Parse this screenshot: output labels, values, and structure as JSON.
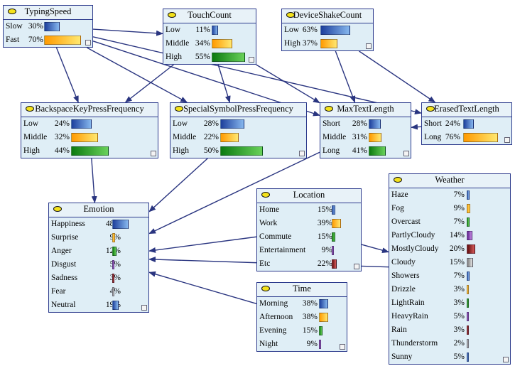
{
  "nodes": [
    {
      "id": "typingspeed",
      "title": "TypingSpeed",
      "states": [
        {
          "name": "Slow",
          "pct": "30%",
          "value": 30,
          "color": "blue"
        },
        {
          "name": "Fast",
          "pct": "70%",
          "value": 70,
          "color": "orange"
        }
      ]
    },
    {
      "id": "touchcount",
      "title": "TouchCount",
      "states": [
        {
          "name": "Low",
          "pct": "11%",
          "value": 11,
          "color": "blue"
        },
        {
          "name": "Middle",
          "pct": "34%",
          "value": 34,
          "color": "orange"
        },
        {
          "name": "High",
          "pct": "55%",
          "value": 55,
          "color": "green"
        }
      ]
    },
    {
      "id": "deviceshakecount",
      "title": "DeviceShakeCount",
      "states": [
        {
          "name": "Low",
          "pct": "63%",
          "value": 63,
          "color": "blue"
        },
        {
          "name": "High",
          "pct": "37%",
          "value": 37,
          "color": "orange"
        }
      ]
    },
    {
      "id": "backspacekeypressfrequency",
      "title": "BackspaceKeyPressFrequency",
      "states": [
        {
          "name": "Low",
          "pct": "24%",
          "value": 24,
          "color": "blue"
        },
        {
          "name": "Middle",
          "pct": "32%",
          "value": 32,
          "color": "orange"
        },
        {
          "name": "High",
          "pct": "44%",
          "value": 44,
          "color": "green"
        }
      ]
    },
    {
      "id": "specialsymbolpressfrequency",
      "title": "SpecialSymbolPressFrequency",
      "states": [
        {
          "name": "Low",
          "pct": "28%",
          "value": 28,
          "color": "blue"
        },
        {
          "name": "Middle",
          "pct": "22%",
          "value": 22,
          "color": "orange"
        },
        {
          "name": "High",
          "pct": "50%",
          "value": 50,
          "color": "green"
        }
      ]
    },
    {
      "id": "maxtextlength",
      "title": "MaxTextLength",
      "states": [
        {
          "name": "Short",
          "pct": "28%",
          "value": 28,
          "color": "blue"
        },
        {
          "name": "Middle",
          "pct": "31%",
          "value": 31,
          "color": "orange"
        },
        {
          "name": "Long",
          "pct": "41%",
          "value": 41,
          "color": "green"
        }
      ]
    },
    {
      "id": "erasedtextlength",
      "title": "ErasedTextLength",
      "states": [
        {
          "name": "Short",
          "pct": "24%",
          "value": 24,
          "color": "blue"
        },
        {
          "name": "Long",
          "pct": "76%",
          "value": 76,
          "color": "orange"
        }
      ]
    },
    {
      "id": "emotion",
      "title": "Emotion",
      "states": [
        {
          "name": "Happiness",
          "pct": "48%",
          "value": 48,
          "color": "blue"
        },
        {
          "name": "Surprise",
          "pct": "9%",
          "value": 9,
          "color": "orange"
        },
        {
          "name": "Anger",
          "pct": "12%",
          "value": 12,
          "color": "green"
        },
        {
          "name": "Disgust",
          "pct": "5%",
          "value": 5,
          "color": "purple"
        },
        {
          "name": "Sadness",
          "pct": "3%",
          "value": 3,
          "color": "maroon"
        },
        {
          "name": "Fear",
          "pct": "4%",
          "value": 4,
          "color": "gray"
        },
        {
          "name": "Neutral",
          "pct": "19%",
          "value": 19,
          "color": "blue"
        }
      ]
    },
    {
      "id": "location",
      "title": "Location",
      "states": [
        {
          "name": "Home",
          "pct": "15%",
          "value": 15,
          "color": "blue"
        },
        {
          "name": "Work",
          "pct": "39%",
          "value": 39,
          "color": "orange"
        },
        {
          "name": "Commute",
          "pct": "15%",
          "value": 15,
          "color": "green"
        },
        {
          "name": "Entertainment",
          "pct": "9%",
          "value": 9,
          "color": "purple"
        },
        {
          "name": "Etc",
          "pct": "22%",
          "value": 22,
          "color": "maroon"
        }
      ]
    },
    {
      "id": "time",
      "title": "Time",
      "states": [
        {
          "name": "Morning",
          "pct": "38%",
          "value": 38,
          "color": "blue"
        },
        {
          "name": "Afternoon",
          "pct": "38%",
          "value": 38,
          "color": "orange"
        },
        {
          "name": "Evening",
          "pct": "15%",
          "value": 15,
          "color": "green"
        },
        {
          "name": "Night",
          "pct": "9%",
          "value": 9,
          "color": "purple"
        }
      ]
    },
    {
      "id": "weather",
      "title": "Weather",
      "states": [
        {
          "name": "Haze",
          "pct": "7%",
          "value": 7,
          "color": "blue"
        },
        {
          "name": "Fog",
          "pct": "9%",
          "value": 9,
          "color": "orange"
        },
        {
          "name": "Overcast",
          "pct": "7%",
          "value": 7,
          "color": "green"
        },
        {
          "name": "PartlyCloudy",
          "pct": "14%",
          "value": 14,
          "color": "purple"
        },
        {
          "name": "MostlyCloudy",
          "pct": "20%",
          "value": 20,
          "color": "maroon"
        },
        {
          "name": "Cloudy",
          "pct": "15%",
          "value": 15,
          "color": "gray"
        },
        {
          "name": "Showers",
          "pct": "7%",
          "value": 7,
          "color": "blue"
        },
        {
          "name": "Drizzle",
          "pct": "3%",
          "value": 3,
          "color": "orange"
        },
        {
          "name": "LightRain",
          "pct": "3%",
          "value": 3,
          "color": "green"
        },
        {
          "name": "HeavyRain",
          "pct": "5%",
          "value": 5,
          "color": "purple"
        },
        {
          "name": "Rain",
          "pct": "3%",
          "value": 3,
          "color": "maroon"
        },
        {
          "name": "Thunderstorm",
          "pct": "2%",
          "value": 2,
          "color": "gray"
        },
        {
          "name": "Sunny",
          "pct": "5%",
          "value": 5,
          "color": "blue"
        }
      ]
    }
  ],
  "edges": [
    {
      "from": "typingspeed",
      "to": "touchcount"
    },
    {
      "from": "typingspeed",
      "to": "backspacekeypressfrequency"
    },
    {
      "from": "typingspeed",
      "to": "specialsymbolpressfrequency"
    },
    {
      "from": "typingspeed",
      "to": "maxtextlength"
    },
    {
      "from": "typingspeed",
      "to": "erasedtextlength"
    },
    {
      "from": "touchcount",
      "to": "backspacekeypressfrequency"
    },
    {
      "from": "touchcount",
      "to": "specialsymbolpressfrequency"
    },
    {
      "from": "touchcount",
      "to": "maxtextlength"
    },
    {
      "from": "deviceshakecount",
      "to": "maxtextlength"
    },
    {
      "from": "deviceshakecount",
      "to": "erasedtextlength"
    },
    {
      "from": "erasedtextlength",
      "to": "maxtextlength"
    },
    {
      "from": "backspacekeypressfrequency",
      "to": "emotion"
    },
    {
      "from": "specialsymbolpressfrequency",
      "to": "emotion"
    },
    {
      "from": "maxtextlength",
      "to": "emotion"
    },
    {
      "from": "location",
      "to": "emotion"
    },
    {
      "from": "weather",
      "to": "emotion"
    },
    {
      "from": "time",
      "to": "emotion"
    },
    {
      "from": "location",
      "to": "weather"
    }
  ],
  "colors": {
    "node_fill": "#dfeef6",
    "node_border": "#2c3a8c",
    "edge": "#2a3580",
    "oval": "#f4e21c",
    "blue": "#3a6fcf",
    "orange": "#ffb020",
    "green": "#1f9a1f",
    "purple": "#8a3fb8",
    "maroon": "#8a1a1a",
    "gray": "#b0b0b0"
  }
}
